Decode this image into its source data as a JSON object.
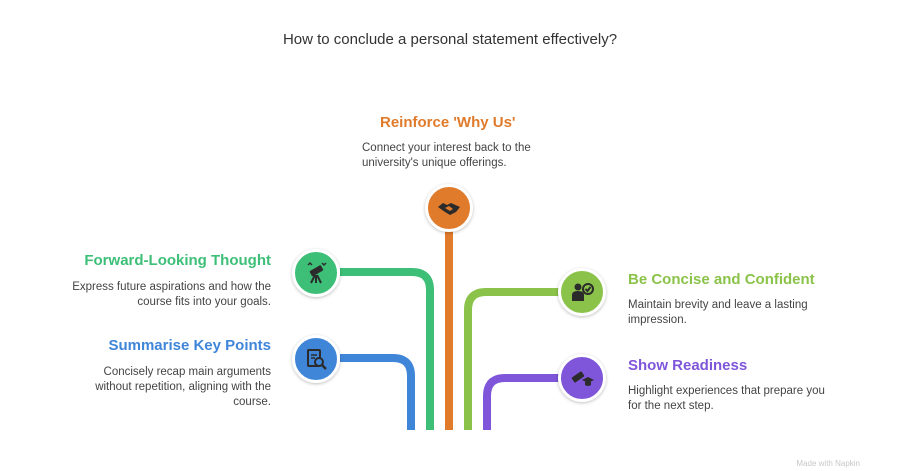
{
  "title": "How to conclude a personal statement effectively?",
  "colors": {
    "orange": "#e07b2c",
    "green": "#3dbf78",
    "blue": "#3f86d9",
    "lime": "#8bc34a",
    "purple": "#7f56d9"
  },
  "items": {
    "why_us": {
      "heading": "Reinforce 'Why Us'",
      "desc": "Connect your interest back to the university's unique offerings.",
      "icon": "handshake-icon"
    },
    "forward": {
      "heading": "Forward-Looking Thought",
      "desc": "Express future aspirations and how the course fits into your goals.",
      "icon": "telescope-icon"
    },
    "summarise": {
      "heading": "Summarise Key Points",
      "desc": "Concisely recap main arguments without repetition, aligning with the course.",
      "icon": "document-search-icon"
    },
    "concise": {
      "heading": "Be Concise and Confident",
      "desc": "Maintain brevity and leave a lasting impression.",
      "icon": "person-check-icon"
    },
    "readiness": {
      "heading": "Show Readiness",
      "desc": "Highlight experiences that prepare you for the next step.",
      "icon": "diploma-cap-icon"
    }
  },
  "watermark": "Made with Napkin"
}
